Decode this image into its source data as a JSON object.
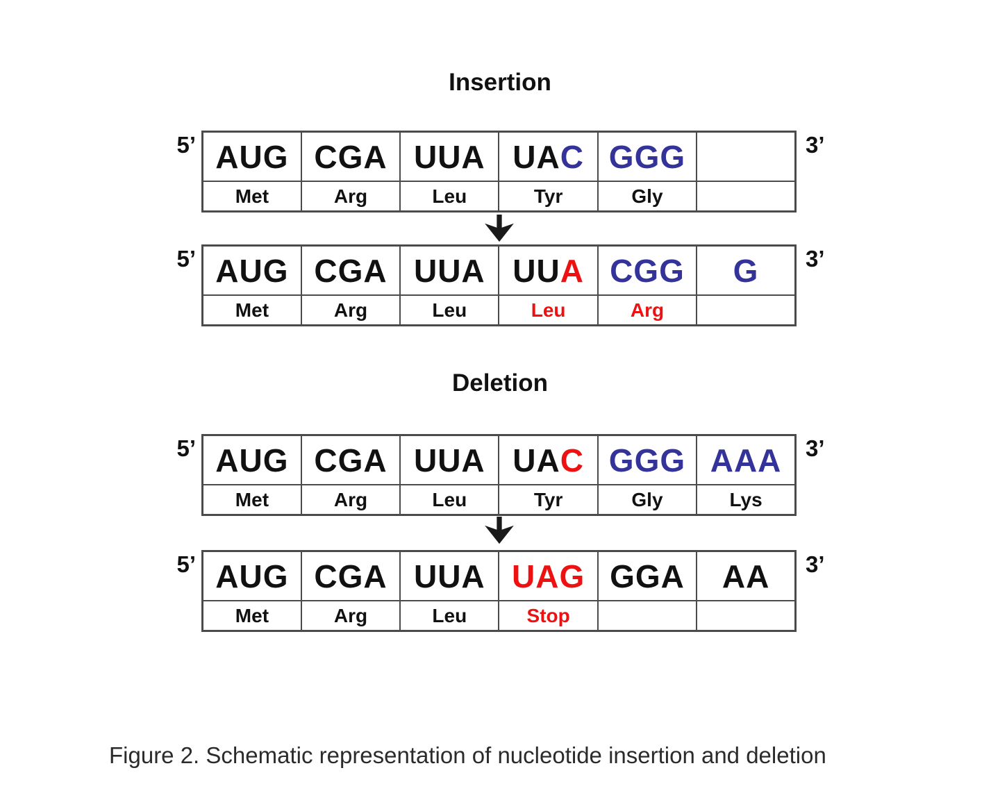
{
  "colors": {
    "k": "#111111",
    "b": "#333399",
    "r": "#ee1111",
    "border": "#4b4b4b"
  },
  "caption": "Figure 2. Schematic representation of nucleotide insertion and deletion",
  "sections": [
    {
      "title": "Insertion",
      "before": {
        "five": "5’",
        "three": "3’",
        "codons": [
          [
            {
              "t": "AUG",
              "c": "k"
            }
          ],
          [
            {
              "t": "CGA",
              "c": "k"
            }
          ],
          [
            {
              "t": "UUA",
              "c": "k"
            }
          ],
          [
            {
              "t": "UA",
              "c": "k"
            },
            {
              "t": "C",
              "c": "b"
            }
          ],
          [
            {
              "t": "GGG",
              "c": "b"
            }
          ],
          []
        ],
        "aminos": [
          [
            {
              "t": "Met",
              "c": "k"
            }
          ],
          [
            {
              "t": "Arg",
              "c": "k"
            }
          ],
          [
            {
              "t": "Leu",
              "c": "k"
            }
          ],
          [
            {
              "t": "Tyr",
              "c": "k"
            }
          ],
          [
            {
              "t": "Gly",
              "c": "k"
            }
          ],
          []
        ]
      },
      "after": {
        "five": "5’",
        "three": "3’",
        "codons": [
          [
            {
              "t": "AUG",
              "c": "k"
            }
          ],
          [
            {
              "t": "CGA",
              "c": "k"
            }
          ],
          [
            {
              "t": "UUA",
              "c": "k"
            }
          ],
          [
            {
              "t": "UU",
              "c": "k"
            },
            {
              "t": "A",
              "c": "r"
            }
          ],
          [
            {
              "t": "CGG",
              "c": "b"
            }
          ],
          [
            {
              "t": "G",
              "c": "b"
            }
          ]
        ],
        "aminos": [
          [
            {
              "t": "Met",
              "c": "k"
            }
          ],
          [
            {
              "t": "Arg",
              "c": "k"
            }
          ],
          [
            {
              "t": "Leu",
              "c": "k"
            }
          ],
          [
            {
              "t": "Leu",
              "c": "r"
            }
          ],
          [
            {
              "t": "Arg",
              "c": "r"
            }
          ],
          []
        ]
      }
    },
    {
      "title": "Deletion",
      "before": {
        "five": "5’",
        "three": "3’",
        "codons": [
          [
            {
              "t": "AUG",
              "c": "k"
            }
          ],
          [
            {
              "t": "CGA",
              "c": "k"
            }
          ],
          [
            {
              "t": "UUA",
              "c": "k"
            }
          ],
          [
            {
              "t": "UA",
              "c": "k"
            },
            {
              "t": "C",
              "c": "r"
            }
          ],
          [
            {
              "t": "GGG",
              "c": "b"
            }
          ],
          [
            {
              "t": "AAA",
              "c": "b"
            }
          ]
        ],
        "aminos": [
          [
            {
              "t": "Met",
              "c": "k"
            }
          ],
          [
            {
              "t": "Arg",
              "c": "k"
            }
          ],
          [
            {
              "t": "Leu",
              "c": "k"
            }
          ],
          [
            {
              "t": "Tyr",
              "c": "k"
            }
          ],
          [
            {
              "t": "Gly",
              "c": "k"
            }
          ],
          [
            {
              "t": "Lys",
              "c": "k"
            }
          ]
        ]
      },
      "after": {
        "five": "5’",
        "three": "3’",
        "codons": [
          [
            {
              "t": "AUG",
              "c": "k"
            }
          ],
          [
            {
              "t": "CGA",
              "c": "k"
            }
          ],
          [
            {
              "t": "UUA",
              "c": "k"
            }
          ],
          [
            {
              "t": "UAG",
              "c": "r"
            }
          ],
          [
            {
              "t": "GGA",
              "c": "k"
            }
          ],
          [
            {
              "t": "AA",
              "c": "k"
            }
          ]
        ],
        "aminos": [
          [
            {
              "t": "Met",
              "c": "k"
            }
          ],
          [
            {
              "t": "Arg",
              "c": "k"
            }
          ],
          [
            {
              "t": "Leu",
              "c": "k"
            }
          ],
          [
            {
              "t": "Stop",
              "c": "r"
            }
          ],
          [],
          []
        ]
      }
    }
  ]
}
